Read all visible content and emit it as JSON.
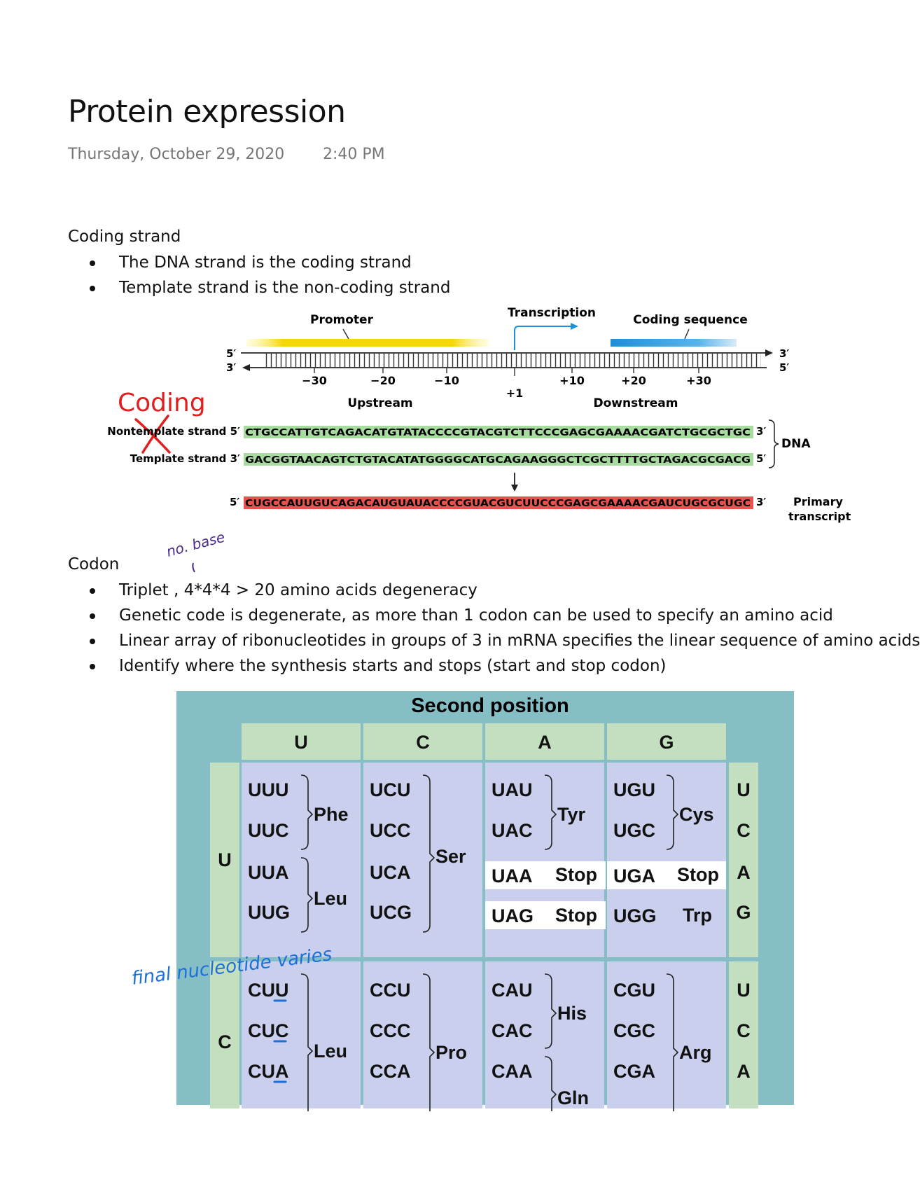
{
  "note": {
    "title": "Protein expression",
    "date": "Thursday, October 29, 2020",
    "time": "2:40 PM"
  },
  "coding_section": {
    "heading": "Coding strand",
    "bullets": [
      "The DNA strand is the coding strand",
      "Template strand is the non-coding strand"
    ]
  },
  "dna_figure": {
    "promoter": "Promoter",
    "transcription": "Transcription",
    "coding_sequence": "Coding sequence",
    "five_prime": "5′",
    "three_prime": "3′",
    "ticks": [
      "−30",
      "−20",
      "−10",
      "+1",
      "+10",
      "+20",
      "+30"
    ],
    "upstream": "Upstream",
    "downstream": "Downstream",
    "handwritten_coding": "Coding",
    "nontemplate_label": "Nontemplate strand 5′",
    "template_label": "Template strand 3′",
    "nontemplate_seq": "CTGCCATTGTCAGACATGTATACCCCGTACGTCTTCCCGAGCGAAAACGATCTGCGCTGC",
    "template_seq": "GACGGTAACAGTCTGTACATATGGGGCATGCAGAAGGGCTCGCTTTTGCTAGACGCGACG",
    "nontemplate_end": "3′",
    "template_end": "5′",
    "dna_label": "DNA",
    "rna_start": "5′",
    "rna_seq": "CUGCCAUUGUCAGACAUGUAUACCCCGUACGUCUUCCCGAGCGAAAACGAUCUGCGCUGC",
    "rna_end": "3′",
    "primary_1": "Primary",
    "primary_2": "transcript",
    "colors": {
      "promoter": "#f5d800",
      "coding": "#1e90d6",
      "nontemplate_bg": "#a8dba0",
      "rna_bg": "#e8524e",
      "handwriting_red": "#e02020"
    }
  },
  "codon_section": {
    "heading": "Codon",
    "annotation": "no. base",
    "bullets": [
      "Triplet , 4*4*4 > 20 amino acids degeneracy",
      "Genetic code is degenerate, as more than 1 codon can be used to specify an amino acid",
      "Linear array of ribonucleotides in groups of 3 in mRNA specifies the linear sequence of amino acids",
      "Identify where the synthesis starts and stops (start and stop codon)"
    ]
  },
  "codon_table": {
    "header": "Second position",
    "columns": [
      "U",
      "C",
      "A",
      "G"
    ],
    "first_u": "U",
    "first_c": "C",
    "third_u": [
      "U",
      "C",
      "A",
      "G"
    ],
    "third_c": [
      "U",
      "C",
      "A"
    ],
    "u_row": {
      "col_u": [
        "UUU",
        "UUC",
        "UUA",
        "UUG"
      ],
      "col_u_aa": [
        "Phe",
        "Leu"
      ],
      "col_c": [
        "UCU",
        "UCC",
        "UCA",
        "UCG"
      ],
      "col_c_aa": "Ser",
      "col_a": [
        "UAU",
        "UAC",
        "UAA",
        "UAG"
      ],
      "col_a_aa": "Tyr",
      "col_g": [
        "UGU",
        "UGC",
        "UGA",
        "UGG"
      ],
      "col_g_aa": "Cys",
      "stop": "Stop",
      "trp": "Trp"
    },
    "c_row": {
      "col_u": [
        "CUU",
        "CUC",
        "CUA"
      ],
      "col_u_aa": "Leu",
      "col_c": [
        "CCU",
        "CCC",
        "CCA"
      ],
      "col_c_aa": "Pro",
      "col_a": [
        "CAU",
        "CAC",
        "CAA"
      ],
      "col_a_aa": [
        "His",
        "Gln"
      ],
      "col_g": [
        "CGU",
        "CGC",
        "CGA"
      ],
      "col_g_aa": "Arg"
    },
    "annotation": "final nucleotide varies",
    "colors": {
      "frame": "#86bec6",
      "header_cell": "#c4dfc0",
      "body": "#c9cfec",
      "first_col": "#c4dfc0"
    }
  }
}
